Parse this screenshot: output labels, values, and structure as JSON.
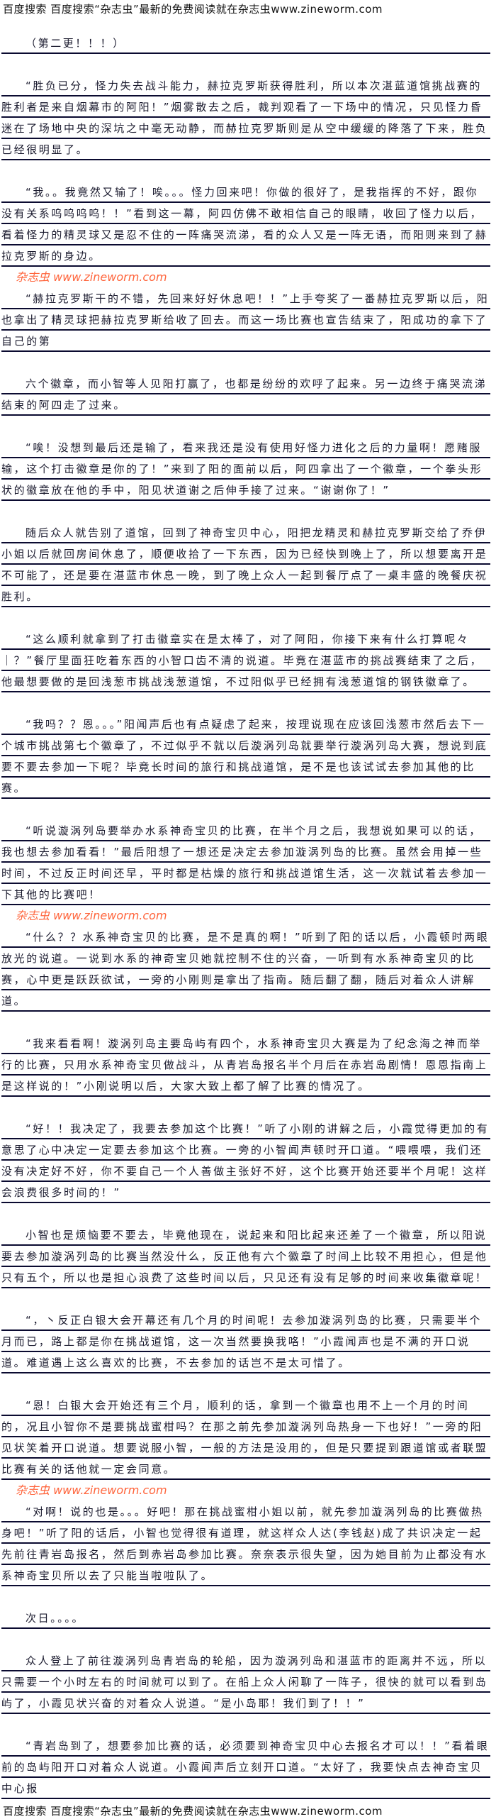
{
  "header": {
    "banner": "百度搜索 百度搜索“杂志虫”最新的免费阅读就在杂志虫www.zineworm.com"
  },
  "footer": {
    "banner": "百度搜索 百度搜索“杂志虫”最新的免费阅读就在杂志虫www.zineworm.com"
  },
  "watermarks": [
    "杂志虫 www.zineworm.com",
    "杂志虫 www.zineworm.com",
    "杂志虫 www.zineworm.com"
  ],
  "paragraphs": [
    "（第二更！！！）",
    "“胜负已分，怪力失去战斗能力，赫拉克罗斯获得胜利，所以本次湛蓝道馆挑战赛的胜利者是来自烟幕市的阿阳！”烟雾散去之后，裁判观看了一下场中的情况，只见怪力昏迷在了场地中央的深坑之中毫无动静，而赫拉克罗斯则是从空中缓缓的降落了下来，胜负已经很明显了。",
    "“我。。我竟然又输了！唉。。。怪力回来吧！你做的很好了，是我指挥的不好，跟你没有关系呜呜呜呜！！”看到这一幕，阿四仿佛不敢相信自己的眼睛，收回了怪力以后，看着怪力的精灵球又是忍不住的一阵痛哭流涕，看的众人又是一阵无语，而阳则来到了赫拉克罗斯的身边。",
    "“赫拉克罗斯干的不错，先回来好好休息吧！！”上手夸奖了一番赫拉克罗斯以后，阳也拿出了精灵球把赫拉克罗斯给收了回去。而这一场比赛也宣告结束了，阳成功的拿下了自己的第",
    "六个徽章，而小智等人见阳打赢了，也都是纷纷的欢呼了起来。另一边终于痛哭流涕结束的阿四走了过来。",
    "“唉！没想到最后还是输了，看来我还是没有使用好怪力进化之后的力量啊！愿赌服输，这个打击徽章是你的了！”来到了阳的面前以后，阿四拿出了一个徽章，一个拳头形状的徽章放在他的手中，阳见状道谢之后伸手接了过来。“谢谢你了！”",
    "随后众人就告别了道馆，回到了神奇宝贝中心，阳把龙精灵和赫拉克罗斯交给了乔伊小姐以后就回房间休息了，顺便收拾了一下东西，因为已经快到晚上了，所以想要离开是不可能了，还是要在湛蓝市休息一晚，到了晚上众人一起到餐厅点了一桌丰盛的晚餐庆祝胜利。",
    "“这么顺利就拿到了打击徽章实在是太棒了，对了阿阳，你接下来有什么打算呢々｜？”餐厅里面狂吃着东西的小智口齿不清的说道。毕竟在湛蓝市的挑战赛结束了之后，他最想要做的是回浅葱市挑战浅葱道馆，不过阳似乎已经拥有浅葱道馆的钢铁徽章了。",
    "“我吗？？恩。。。”阳闻声后也有点疑虑了起来，按理说现在应该回浅葱市然后去下一个城市挑战第七个徽章了，不过似乎不就以后漩涡列岛就要举行漩涡列岛大赛，想说到底要不要去参加一下呢？毕竟长时间的旅行和挑战道馆，是不是也该试试去参加其他的比赛。",
    "“听说漩涡列岛要举办水系神奇宝贝的比赛，在半个月之后，我想说如果可以的话，我也想去参加看看！”最后阳想了一想还是决定去参加漩涡列岛的比赛。虽然会用掉一些时间，不过反正时间还早，平时都是枯燥的旅行和挑战道馆生活，这一次就试着去参加一下其他的比赛吧！",
    "“什么？？水系神奇宝贝的比赛，是不是真的啊！”听到了阳的话以后，小霞顿时两眼放光的说道。一说到水系的神奇宝贝她就控制不住的兴奋，一听到有水系神奇宝贝的比赛，心中更是跃跃欲试，一旁的小刚则是拿出了指南。随后翻了翻，随后对着众人讲解道。",
    "“我来看看啊！漩涡列岛主要岛屿有四个，水系神奇宝贝大赛是为了纪念海之神而举行的比赛，只用水系神奇宝贝做战斗，从青岩岛报名半个月后在赤岩岛剧情！恩恩指南上是这样说的！”小刚说明以后，大家大致上都了解了比赛的情况了。",
    "“好！！我决定了，我要去参加这个比赛！”听了小刚的讲解之后，小霞觉得更加的有意思了心中决定一定要去参加这个比赛。一旁的小智闻声顿时开口道。“喂喂喂，我们还没有决定好不好，你不要自己一个人善做主张好不好，这个比赛开始还要半个月呢！这样会浪费很多时间的！”",
    "小智也是烦恼要不要去，毕竟他现在，说起来和阳比起来还差了一个徽章，所以阳说要去参加漩涡列岛的比赛当然没什么，反正他有六个徽章了时间上比较不用担心，但是他只有五个，所以也是担心浪费了这些时间以后，只见还有没有足够的时间来收集徽章呢！",
    "“，丶反正白银大会开幕还有几个月的时间呢！去参加漩涡列岛的比赛，只需要半个月而已，路上都是你在挑战道馆，这一次当然要换我咯！”小霞闻声也是不满的开口说道。难道遇上这么喜欢的比赛，不去参加的话岂不是太可惜了。",
    "“恩！白银大会开始还有三个月，顺利的话，拿到一个徽章也用不上一个月的时间的，况且小智你不是要挑战蜜柑吗？在那之前先参加漩涡列岛热身一下也好！”一旁的阳见状笑着开口说道。想要说服小智，一般的方法是没用的，但是只要提到跟道馆或者联盟比赛有关的话他就一定会同意。",
    "“对啊！说的也是。。。好吧！那在挑战蜜柑小姐以前，就先参加漩涡列岛的比赛做热身吧！”听了阳的话后，小智也觉得很有道理，就这样众人达(李钱赵)成了共识决定一起先前往青岩岛报名，然后到赤岩岛参加比赛。奈奈表示很失望，因为她目前为止都没有水系神奇宝贝所以去了只能当啦啦队了。",
    "次日。。。。",
    "众人登上了前往漩涡列岛青岩岛的轮船，因为漩涡列岛和湛蓝市的距离并不远，所以只需要一个小时左右的时间就可以到了。在船上众人闲聊了一阵子，很快的就可以看到岛屿了，小霞见状兴奋的对着众人说道。“是小岛耶！我们到了！！”",
    "“青岩岛到了，想要参加比赛的话，必须要到神奇宝贝中心去报名才可以！！”看着眼前的岛屿阳开口对着众人说道。小霞闻声后立刻开口道。“太好了，我要快点去神奇宝贝中心报"
  ]
}
